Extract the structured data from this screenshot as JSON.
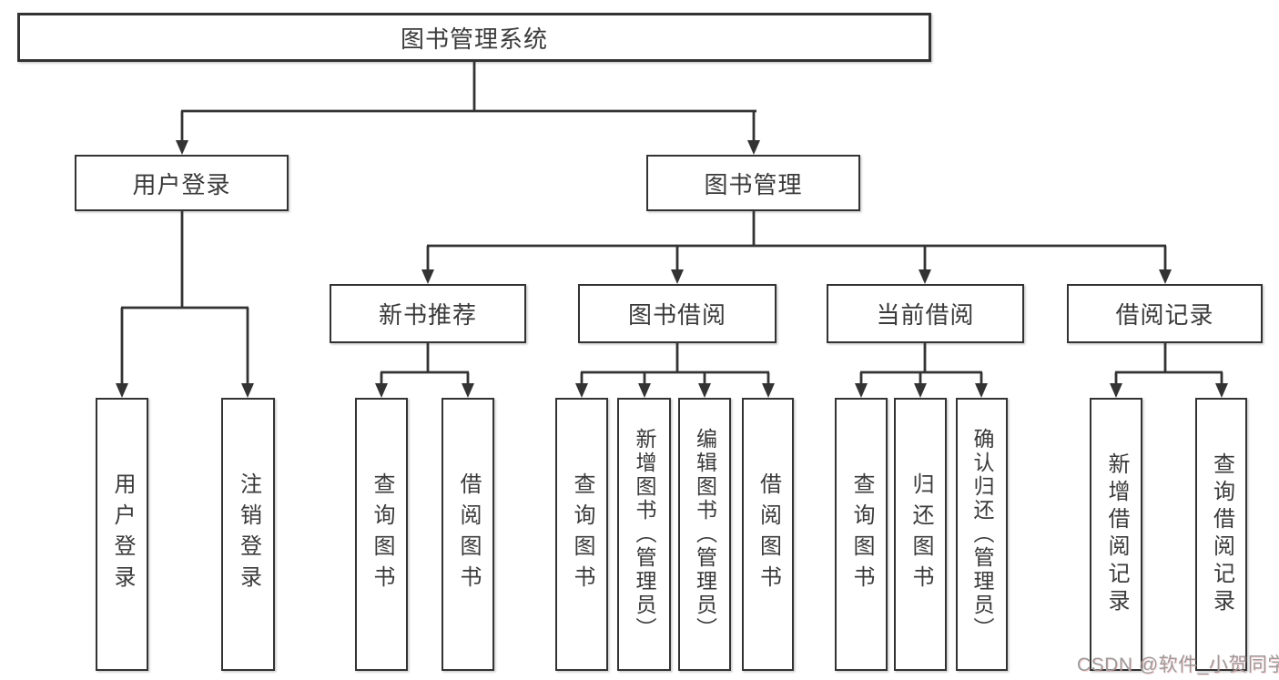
{
  "diagram": {
    "root": {
      "label": "图书管理系统",
      "children": [
        {
          "label": "用户登录",
          "children": [
            {
              "label": "用户登录"
            },
            {
              "label": "注销登录"
            }
          ]
        },
        {
          "label": "图书管理",
          "children": [
            {
              "label": "新书推荐",
              "children": [
                {
                  "label": "查询图书"
                },
                {
                  "label": "借阅图书"
                }
              ]
            },
            {
              "label": "图书借阅",
              "children": [
                {
                  "label": "查询图书"
                },
                {
                  "label": "新增图书（管理员）"
                },
                {
                  "label": "编辑图书（管理员）"
                },
                {
                  "label": "借阅图书"
                }
              ]
            },
            {
              "label": "当前借阅",
              "children": [
                {
                  "label": "查询图书"
                },
                {
                  "label": "归还图书"
                },
                {
                  "label": "确认归还（管理员）"
                }
              ]
            },
            {
              "label": "借阅记录",
              "children": [
                {
                  "label": "新增借阅记录"
                },
                {
                  "label": "查询借阅记录"
                }
              ]
            }
          ]
        }
      ]
    }
  },
  "watermark": {
    "text": "CSDN @软件_小贺同学"
  },
  "colors": {
    "line": "#333333",
    "box_border": "#333333",
    "text": "#3a3a3a",
    "watermark": "#9b9b9b",
    "background": "#ffffff"
  }
}
